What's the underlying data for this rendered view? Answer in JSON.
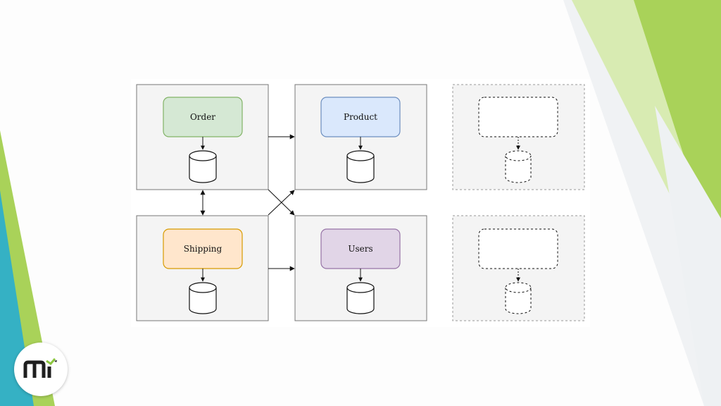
{
  "services": [
    {
      "id": "order",
      "label": "Order",
      "fill": "#d5e8d4",
      "stroke": "#82b366"
    },
    {
      "id": "product",
      "label": "Product",
      "fill": "#dae8fc",
      "stroke": "#6c8ebf"
    },
    {
      "id": "shipping",
      "label": "Shipping",
      "fill": "#ffe6cc",
      "stroke": "#d79b00"
    },
    {
      "id": "users",
      "label": "Users",
      "fill": "#e1d5e7",
      "stroke": "#9673a6"
    }
  ],
  "placeholders": [
    {
      "id": "placeholder-top",
      "label": ""
    },
    {
      "id": "placeholder-bottom",
      "label": ""
    }
  ],
  "connections": [
    {
      "from": "order",
      "to": "product",
      "style": "arrow"
    },
    {
      "from": "shipping",
      "to": "users",
      "style": "arrow"
    },
    {
      "from": "order",
      "to": "users",
      "style": "arrow"
    },
    {
      "from": "shipping",
      "to": "product",
      "style": "arrow"
    },
    {
      "from": "order",
      "to": "shipping",
      "style": "bidirectional"
    }
  ],
  "logo": {
    "alt": "mi logo"
  },
  "theme": {
    "container_fill": "#f4f4f4",
    "container_stroke": "#777777",
    "accent_green": "#a9d259",
    "accent_light_green": "#d8ebb2",
    "accent_teal": "#35b1c4"
  }
}
